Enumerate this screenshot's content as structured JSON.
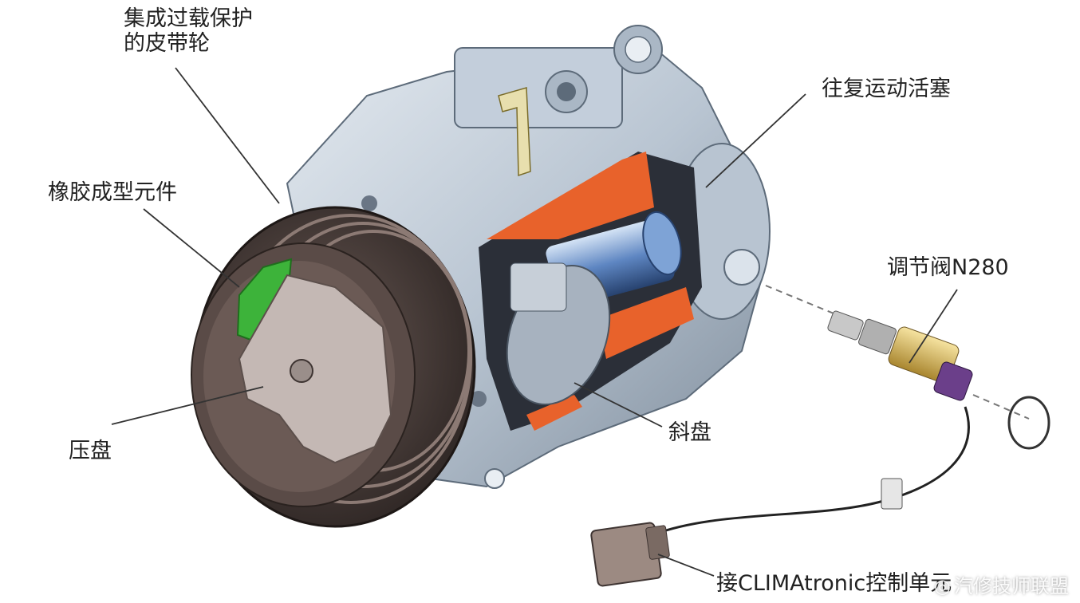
{
  "labels": {
    "pulley": "集成过载保护\n的皮带轮",
    "rubber": "橡胶成型元件",
    "pressure_plate": "压盘",
    "piston": "往复运动活塞",
    "swash_plate": "斜盘",
    "valve": "调节阀N280",
    "connector": "接CLIMAtronic控制单元"
  },
  "watermark": "汽修技师联盟",
  "colors": {
    "body": "#c9d3de",
    "body_dark": "#8a97a6",
    "pulley": "#4a3e3b",
    "orange": "#e8622b",
    "green": "#3db33a",
    "valve_gold": "#d9b85a",
    "valve_purple": "#6b3f8a"
  }
}
